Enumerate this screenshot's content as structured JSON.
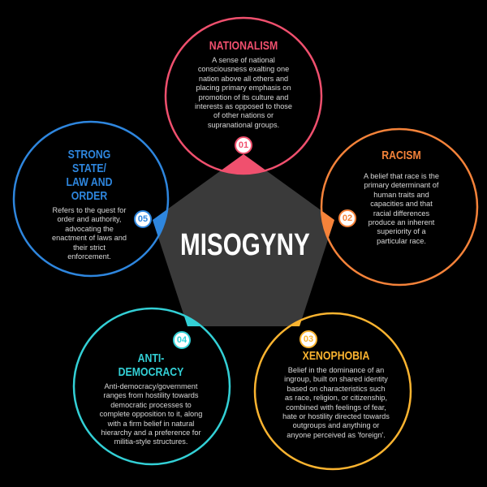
{
  "center": {
    "label": "MISOGYNY",
    "color": "#3a3a3a"
  },
  "colors": {
    "background": "#000000",
    "nationalism": "#f0506e",
    "racism": "#f5833a",
    "xenophobia": "#fbb430",
    "anti_democracy": "#33d0d6",
    "strong_state": "#2e86de"
  },
  "items": [
    {
      "number": "01",
      "title": "NATIONALISM",
      "description": "A sense of national consciousness exalting one nation above all others and placing primary emphasis on promotion of its culture and interests as opposed to those of other nations or supranational groups."
    },
    {
      "number": "02",
      "title": "RACISM",
      "description": "A belief that race is the primary determinant of human traits and capacities and that racial differences produce an inherent superiority of a particular race."
    },
    {
      "number": "03",
      "title": "XENOPHOBIA",
      "description": "Belief in the dominance of an ingroup, built on shared identity based on characteristics such as race, religion, or citizenship, combined with feelings of fear, hate or hostility directed towards outgroups and anything or anyone perceived as 'foreign'."
    },
    {
      "number": "04",
      "title": "ANTI-DEMOCRACY",
      "description": "Anti-democracy/government ranges from hostility towards democratic processes to complete opposition to it, along with a firm belief in natural hierarchy and a preference for militia-style structures."
    },
    {
      "number": "05",
      "title_line1": "STRONG STATE/",
      "title_line2": "LAW AND ORDER",
      "description": "Refers to the quest for order and authority, advocating the enactment of laws and their strict enforcement."
    }
  ]
}
